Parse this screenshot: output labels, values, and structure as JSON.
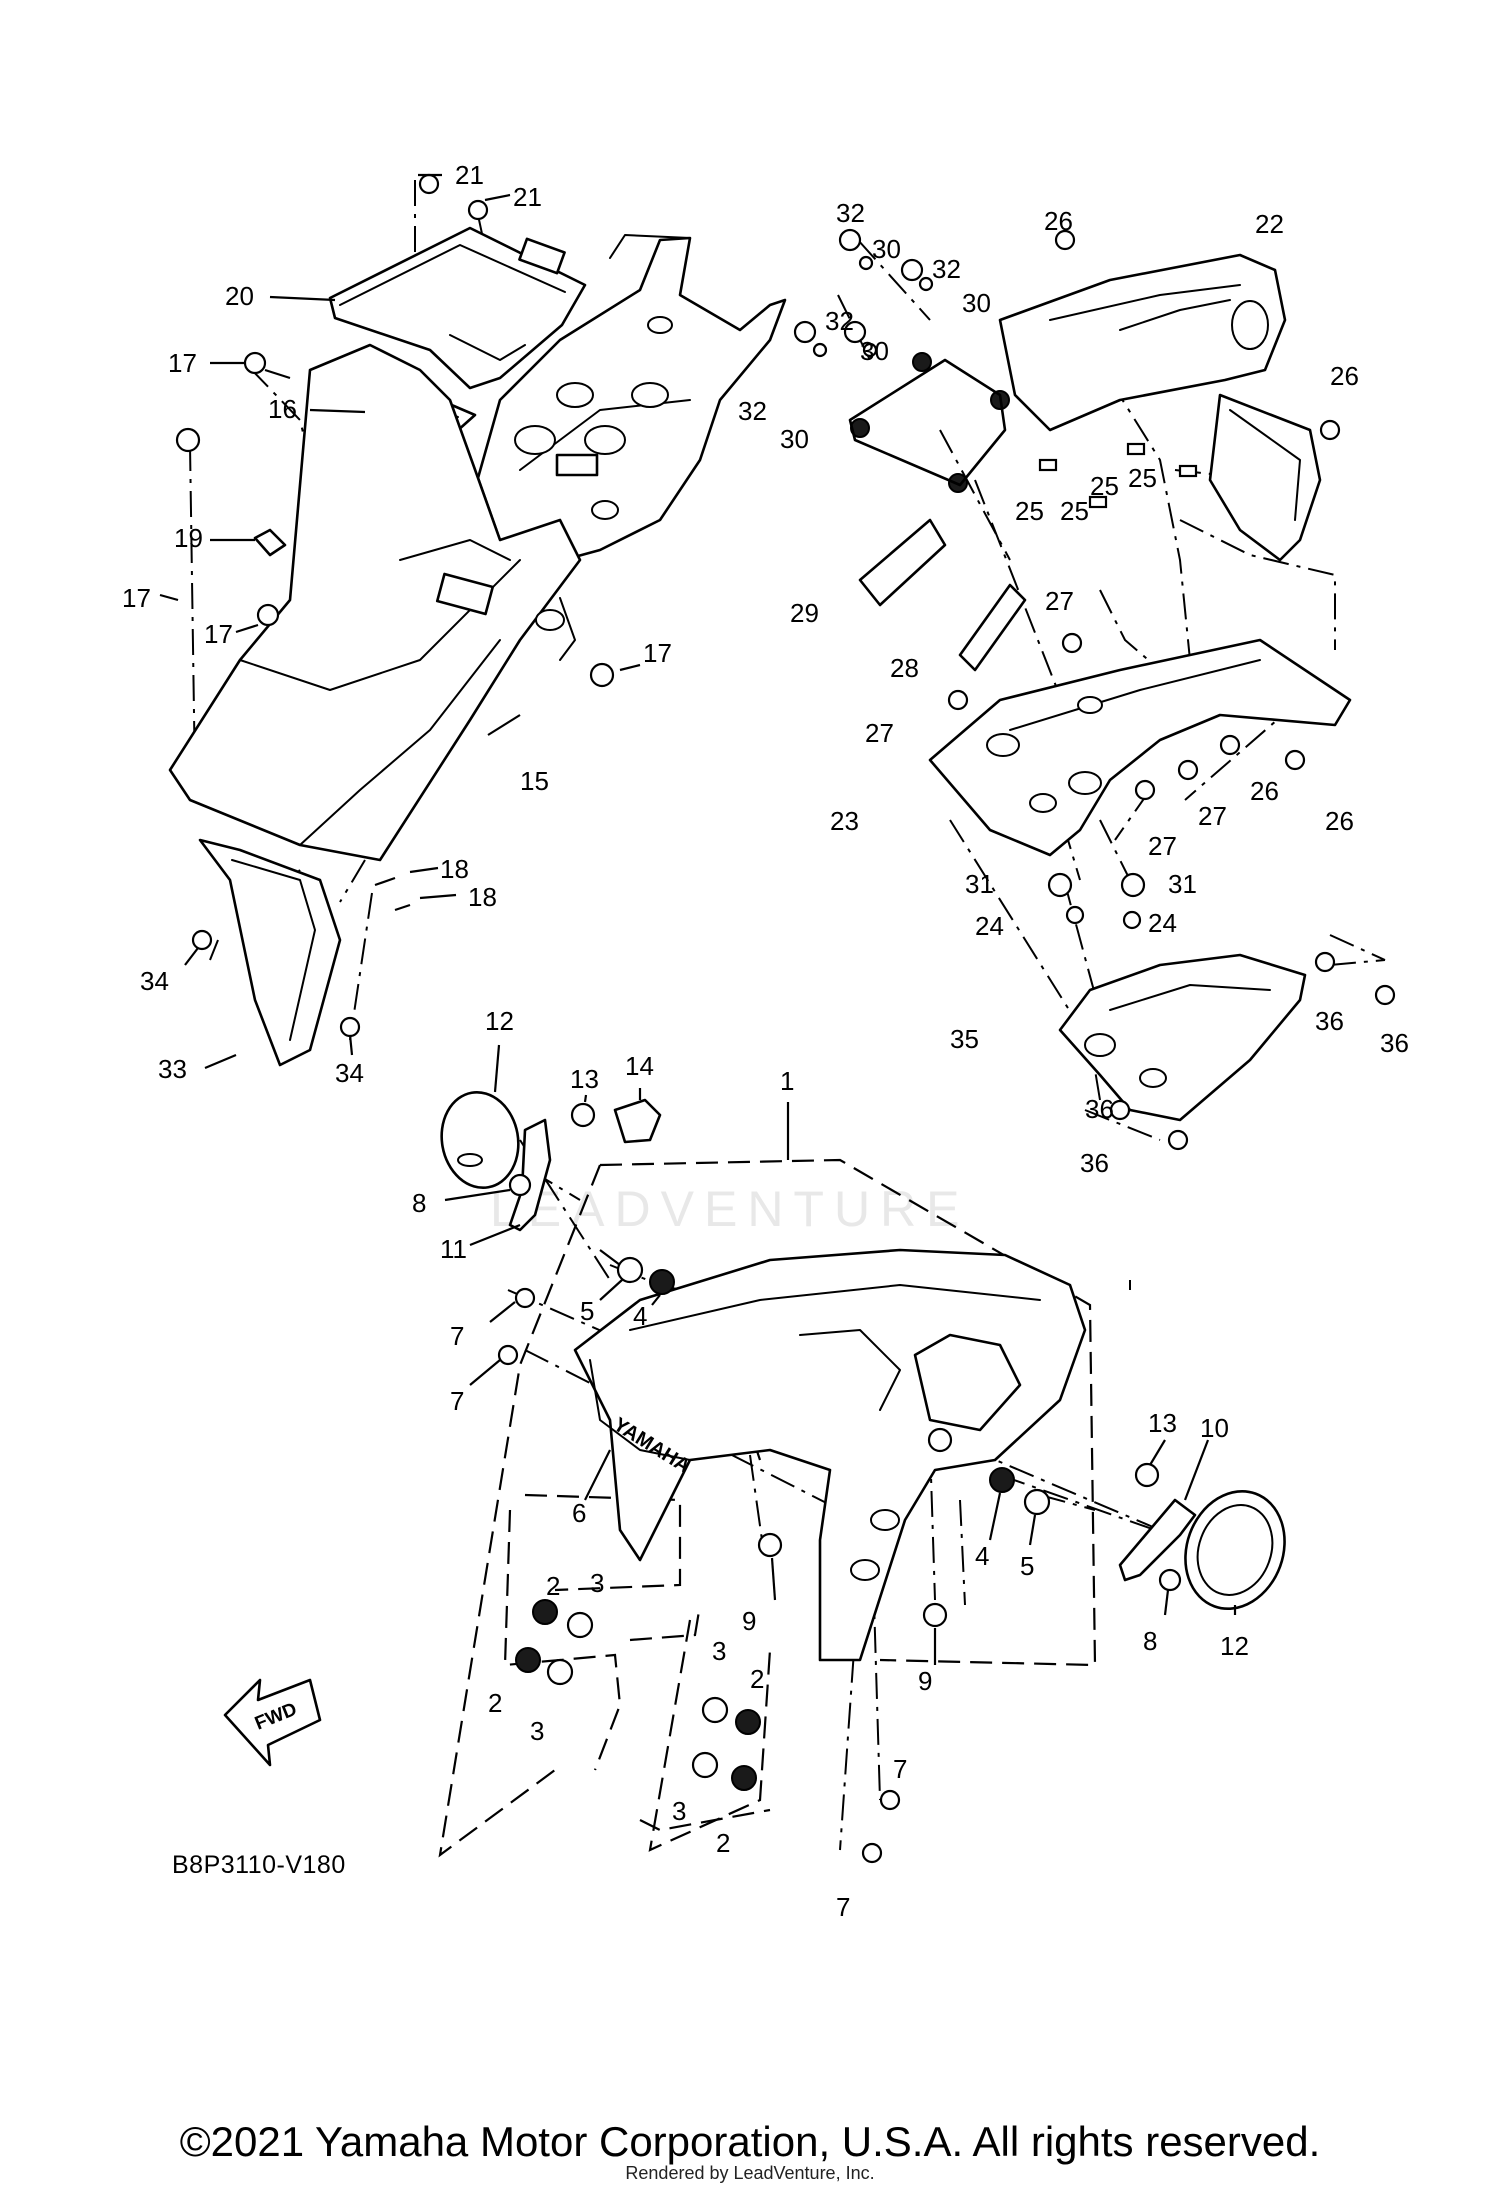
{
  "diagram": {
    "code": "B8P3110-V180",
    "fwd_label": "FWD",
    "brand_mark": "YAMAHA",
    "watermark": "LEADVENTURE",
    "copyright": "©2021 Yamaha Motor Corporation, U.S.A. All rights reserved.",
    "rendered_by": "Rendered by LeadVenture, Inc.",
    "callouts": [
      {
        "part": "1"
      },
      {
        "part": "2"
      },
      {
        "part": "2"
      },
      {
        "part": "2"
      },
      {
        "part": "2"
      },
      {
        "part": "3"
      },
      {
        "part": "3"
      },
      {
        "part": "3"
      },
      {
        "part": "3"
      },
      {
        "part": "4"
      },
      {
        "part": "4"
      },
      {
        "part": "5"
      },
      {
        "part": "5"
      },
      {
        "part": "6"
      },
      {
        "part": "7"
      },
      {
        "part": "7"
      },
      {
        "part": "7"
      },
      {
        "part": "7"
      },
      {
        "part": "8"
      },
      {
        "part": "8"
      },
      {
        "part": "9"
      },
      {
        "part": "9"
      },
      {
        "part": "10"
      },
      {
        "part": "11"
      },
      {
        "part": "12"
      },
      {
        "part": "12"
      },
      {
        "part": "13"
      },
      {
        "part": "13"
      },
      {
        "part": "14"
      },
      {
        "part": "15"
      },
      {
        "part": "16"
      },
      {
        "part": "17"
      },
      {
        "part": "17"
      },
      {
        "part": "17"
      },
      {
        "part": "17"
      },
      {
        "part": "18"
      },
      {
        "part": "18"
      },
      {
        "part": "19"
      },
      {
        "part": "20"
      },
      {
        "part": "21"
      },
      {
        "part": "21"
      },
      {
        "part": "22"
      },
      {
        "part": "23"
      },
      {
        "part": "24"
      },
      {
        "part": "24"
      },
      {
        "part": "25"
      },
      {
        "part": "25"
      },
      {
        "part": "25"
      },
      {
        "part": "25"
      },
      {
        "part": "26"
      },
      {
        "part": "26"
      },
      {
        "part": "26"
      },
      {
        "part": "26"
      },
      {
        "part": "27"
      },
      {
        "part": "27"
      },
      {
        "part": "27"
      },
      {
        "part": "27"
      },
      {
        "part": "28"
      },
      {
        "part": "29"
      },
      {
        "part": "30"
      },
      {
        "part": "30"
      },
      {
        "part": "30"
      },
      {
        "part": "30"
      },
      {
        "part": "31"
      },
      {
        "part": "31"
      },
      {
        "part": "32"
      },
      {
        "part": "32"
      },
      {
        "part": "32"
      },
      {
        "part": "32"
      },
      {
        "part": "33"
      },
      {
        "part": "34"
      },
      {
        "part": "34"
      },
      {
        "part": "35"
      },
      {
        "part": "36"
      },
      {
        "part": "36"
      },
      {
        "part": "36"
      },
      {
        "part": "36"
      }
    ]
  }
}
